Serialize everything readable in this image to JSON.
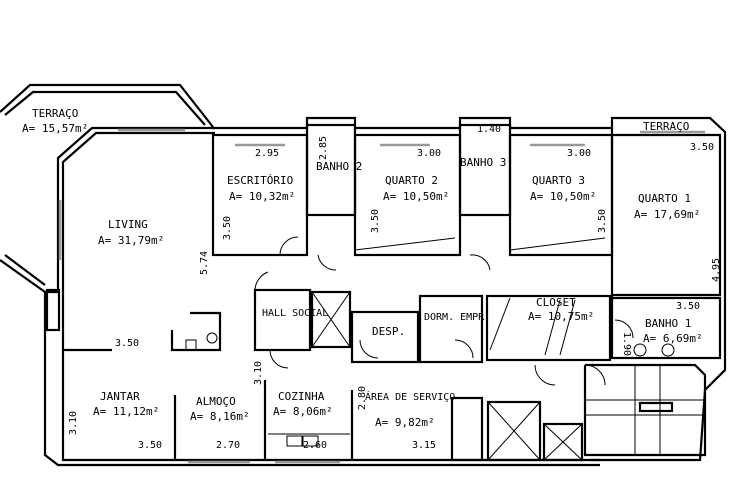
{
  "rooms": [
    {
      "name": "TERRAÇO",
      "area": "A= 15,57m²"
    },
    {
      "name": "LIVING",
      "area": "A= 31,79m²"
    },
    {
      "name": "ESCRITÓRIO",
      "area": "A= 10,32m²"
    },
    {
      "name": "BANHO 2",
      "area": ""
    },
    {
      "name": "QUARTO 2",
      "area": "A= 10,50m²"
    },
    {
      "name": "BANHO 3",
      "area": ""
    },
    {
      "name": "QUARTO 3",
      "area": "A= 10,50m²"
    },
    {
      "name": "TERRAÇO",
      "area": ""
    },
    {
      "name": "QUARTO 1",
      "area": "A= 17,69m²"
    },
    {
      "name": "HALL SOCIAL",
      "area": ""
    },
    {
      "name": "DESP.",
      "area": ""
    },
    {
      "name": "DORM. EMPR.",
      "area": ""
    },
    {
      "name": "CLOSET",
      "area": "A= 10,75m²"
    },
    {
      "name": "BANHO 1",
      "area": "A= 6,69m²"
    },
    {
      "name": "JANTAR",
      "area": "A= 11,12m²"
    },
    {
      "name": "ALMOÇO",
      "area": "A= 8,16m²"
    },
    {
      "name": "COZINHA",
      "area": "A= 8,06m²"
    },
    {
      "name": "ÁREA DE SERVIÇO",
      "area": "A= 9,82m²"
    }
  ],
  "dimensions": [
    "2.95",
    "2.85",
    "3.00",
    "1.40",
    "3.00",
    "3.50",
    "3.50",
    "5.74",
    "3.50",
    "3.50",
    "4.95",
    "3.50",
    "1.90",
    "3.50",
    "3.10",
    "3.10",
    "3.50",
    "2.70",
    "2.60",
    "2.80",
    "3.15"
  ]
}
